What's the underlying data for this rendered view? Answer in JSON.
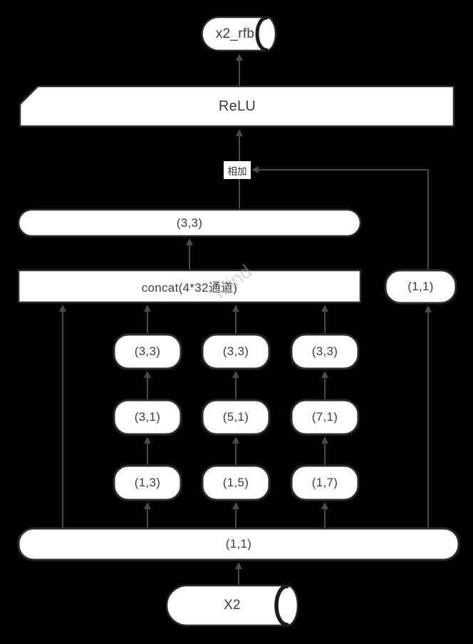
{
  "colors": {
    "background": "#000000",
    "node_fill": "#ffffff",
    "node_border": "#2b2b2b",
    "connector": "#4a4a4a",
    "text": "#3c3c3c"
  },
  "watermark": "Mind",
  "nodes": {
    "output": "x2_rfb",
    "relu": "ReLU",
    "add": "相加",
    "conv_3x3_wide": "(3,3)",
    "concat": "concat(4*32通道)",
    "shortcut_1x1": "(1,1)",
    "branch1_row1": "(3,3)",
    "branch2_row1": "(3,3)",
    "branch3_row1": "(3,3)",
    "branch1_row2": "(3,1)",
    "branch2_row2": "(5,1)",
    "branch3_row2": "(7,1)",
    "branch1_row3": "(1,3)",
    "branch2_row3": "(1,5)",
    "branch3_row3": "(1,7)",
    "conv_1x1_bottom": "(1,1)",
    "input": "X2"
  }
}
